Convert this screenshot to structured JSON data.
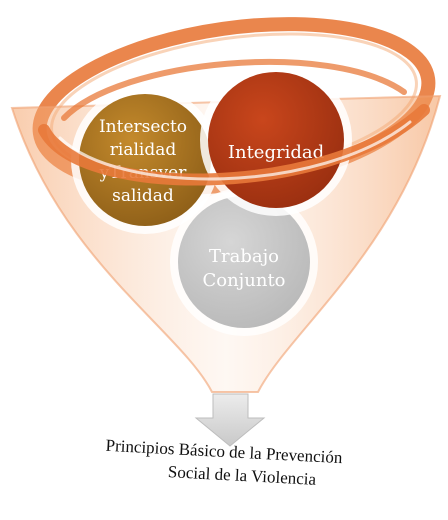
{
  "diagram": {
    "circles": [
      {
        "id": "interseccionalidad",
        "lines": [
          "Intersecto",
          "rialidad",
          "yTransver",
          "salidad"
        ],
        "color": "#a4721f"
      },
      {
        "id": "integridad",
        "lines": [
          "Integridad"
        ],
        "color": "#b23a15"
      },
      {
        "id": "trabajo",
        "lines": [
          "Trabajo",
          "Conjunto"
        ],
        "color": "#c8c8c8"
      }
    ],
    "funnel_color": "#e8793a",
    "arrow_color": "#d9d9d9",
    "caption": {
      "line1": "Principios Básico de la Prevención",
      "line2": "Social de la Violencia"
    }
  }
}
